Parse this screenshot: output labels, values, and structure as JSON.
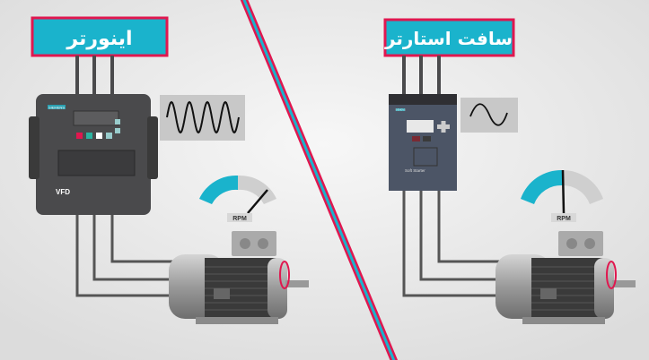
{
  "left": {
    "title": "اینورتر",
    "device_brand": "SIEMENS",
    "device_label": "VFD",
    "gauge_label": "RPM",
    "gauge_fraction": 0.55
  },
  "right": {
    "title": "سافت استارتر",
    "device_brand": "SIEMENS",
    "device_label": "Soft Starter",
    "gauge_label": "RPM",
    "gauge_fraction": 0.5
  },
  "colors": {
    "accent_cyan": "#1ab3cc",
    "border_red": "#e0174f",
    "device_gray": "#4a4a4c",
    "background": "#e9e9e9"
  }
}
